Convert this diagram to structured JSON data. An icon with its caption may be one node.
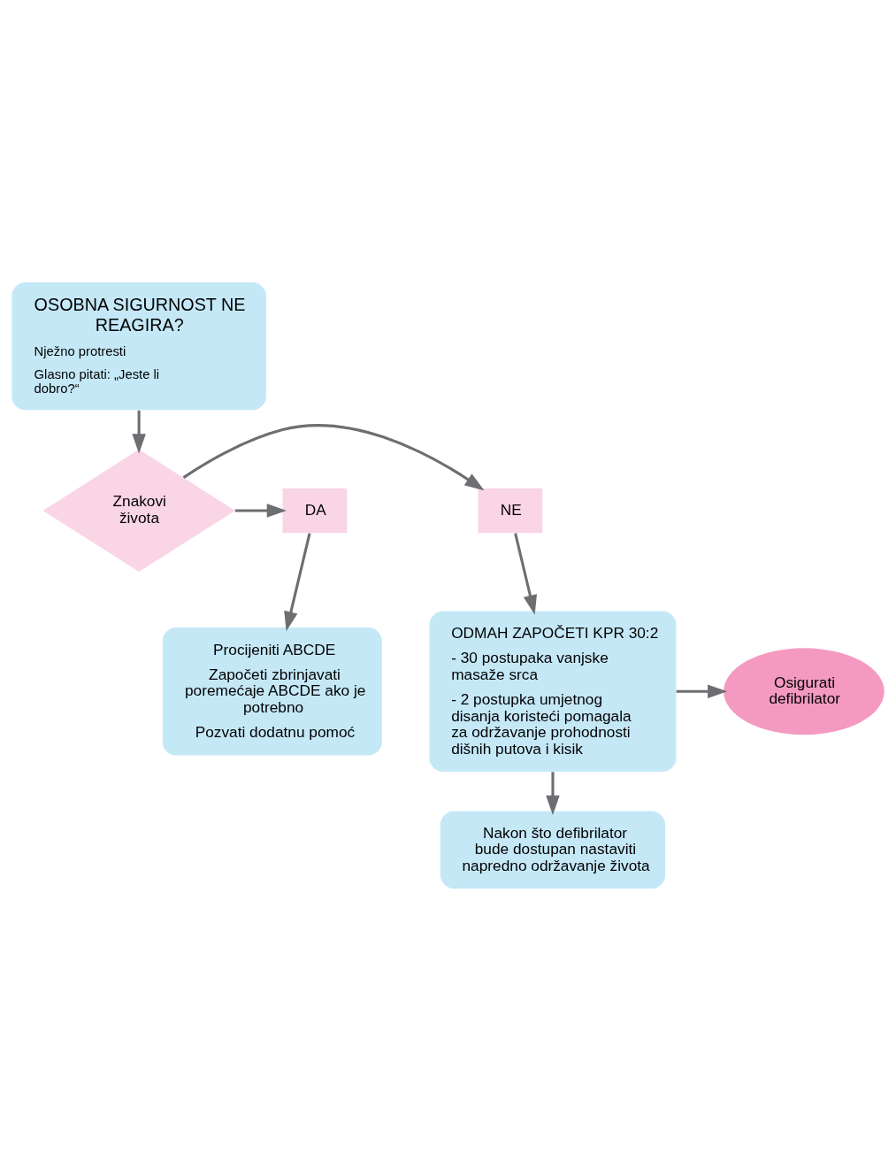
{
  "diagram": {
    "nodes": [
      {
        "text": [
          "OSOBNA SIGURNOST NE REAGIRA?",
          "Nježno protresti",
          "Glasno pitati: „Jeste li dobro?“"
        ]
      },
      {
        "text": [
          "Znakovi života"
        ]
      },
      {
        "text": [
          "NE"
        ]
      },
      {
        "text": [
          "DA"
        ]
      },
      {
        "text": [
          "ODMAH ZAPOČETI KPR 30:2",
          "- 30 postupaka vanjske masaže srca",
          "- 2 postupka umjetnog disanja koristeći pomagala za održavanje prohodnosti dišnih putova i kisik"
        ]
      },
      {
        "text": [
          "Osigurati defibrilator"
        ]
      },
      {
        "text": [
          "Procijeniti ABCDE",
          "Započeti zbrinjavati poremećaje ABCDE ako je potrebno",
          "Pozvati dodatnu pomoć"
        ]
      },
      {
        "text": [
          "Nakon što defibrilator bude dostupan nastaviti napredno održavanje života"
        ]
      }
    ],
    "edges": [
      {
        "from": 0,
        "to": 1,
        "arrow": "to"
      },
      {
        "from": 1,
        "to": 2,
        "arrow": "to"
      },
      {
        "from": 1,
        "to": 3,
        "arrow": "to"
      },
      {
        "from": 2,
        "to": 4,
        "arrow": "to"
      },
      {
        "from": 3,
        "to": 6,
        "arrow": "to"
      },
      {
        "from": 4,
        "to": 5,
        "arrow": "to"
      },
      {
        "from": 4,
        "to": 7,
        "arrow": "to"
      }
    ]
  }
}
